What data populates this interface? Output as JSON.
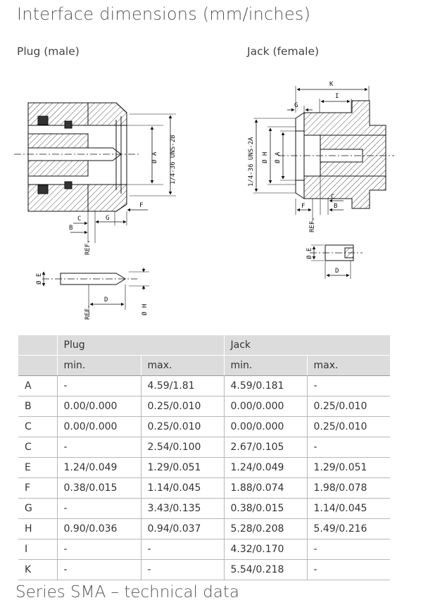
{
  "page": {
    "title": "Interface dimensions (mm/inches)",
    "plug_heading": "Plug (male)",
    "jack_heading": "Jack (female)",
    "footer": "Series SMA – technical data"
  },
  "drawing_labels": {
    "plug": {
      "dia_a": "Ø A",
      "thread": "1/4-36 UNS-2B",
      "c": "C",
      "b": "B",
      "g": "G",
      "f": "F",
      "ref": "REF.",
      "dia_e": "Ø E",
      "d": "D",
      "dia_h": "Ø H",
      "ref2": "REF."
    },
    "jack": {
      "k": "K",
      "i": "I",
      "g": "G",
      "thread": "1/4-36 UNS-2A",
      "dia_h": "Ø H",
      "dia_a": "Ø A",
      "c": "C",
      "f": "F",
      "b": "B",
      "ref": "REF.",
      "dia_e": "Ø E",
      "d": "D"
    }
  },
  "table": {
    "group_headers": {
      "corner": "",
      "plug": "Plug",
      "jack": "Jack"
    },
    "sub_headers": [
      "",
      "min.",
      "max.",
      "min.",
      "max."
    ],
    "rows": [
      [
        "A",
        "-",
        "4.59/1.81",
        "4.59/0.181",
        "-"
      ],
      [
        "B",
        "0.00/0.000",
        "0.25/0.010",
        "0.00/0.000",
        "0.25/0.010"
      ],
      [
        "C",
        "0.00/0.000",
        "0.25/0.010",
        "0.00/0.000",
        "0.25/0.010"
      ],
      [
        "C",
        "-",
        "2.54/0.100",
        "2.67/0.105",
        "-"
      ],
      [
        "E",
        "1.24/0.049",
        "1.29/0.051",
        "1.24/0.049",
        "1.29/0.051"
      ],
      [
        "F",
        "0.38/0.015",
        "1.14/0.045",
        "1.88/0.074",
        "1.98/0.078"
      ],
      [
        "G",
        "-",
        "3.43/0.135",
        "0.38/0.015",
        "1.14/0.045"
      ],
      [
        "H",
        "0.90/0.036",
        "0.94/0.037",
        "5.28/0.208",
        "5.49/0.216"
      ],
      [
        "I",
        "-",
        "-",
        "4.32/0.170",
        "-"
      ],
      [
        "K",
        "-",
        "-",
        "5.54/0.218",
        "-"
      ]
    ]
  }
}
